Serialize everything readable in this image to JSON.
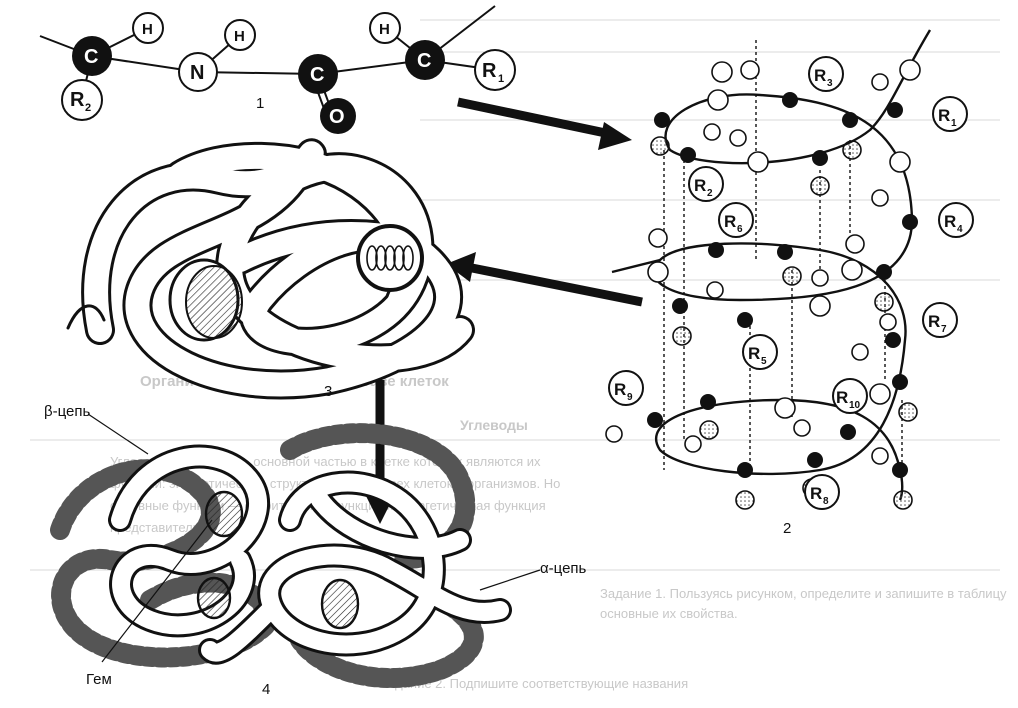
{
  "figure": {
    "panel_numbers": [
      "1",
      "2",
      "3",
      "4"
    ],
    "labels": {
      "beta_chain": "β-цепь",
      "alpha_chain": "α-цепь",
      "heme": "Гем"
    }
  },
  "peptide": {
    "atoms": {
      "c1": "C",
      "h1": "H",
      "r2": "R",
      "r2_sub": "2",
      "n": "N",
      "h2": "H",
      "c2": "C",
      "o": "O",
      "h3": "H",
      "c3": "C",
      "r1": "R",
      "r1_sub": "1"
    }
  },
  "helix": {
    "r_labels": [
      "R",
      "R",
      "R",
      "R",
      "R",
      "R",
      "R",
      "R",
      "R",
      "R"
    ],
    "r_subs": [
      "3",
      "1",
      "2",
      "6",
      "4",
      "7",
      "5",
      "9",
      "10",
      "8"
    ]
  },
  "background": {
    "lines": [
      "Органические вещества в составе клеток",
      "Углеводы",
      "Углеводы — вещества, основной частью в клетке которых являются их",
      "функции: энергетическая, структурная и для всех клеток и организмов. Но",
      "основные функции — строительная функция и энергетическая функция",
      "представители",
      "Задание 1. Пользуясь рисунком, определите и запишите в таблицу",
      "основные их свойства.",
      "Задание 2. Подпишите соответствующие названия"
    ]
  },
  "colors": {
    "ink": "#111111",
    "paper": "#ffffff",
    "faint": "#c8c8c8"
  }
}
